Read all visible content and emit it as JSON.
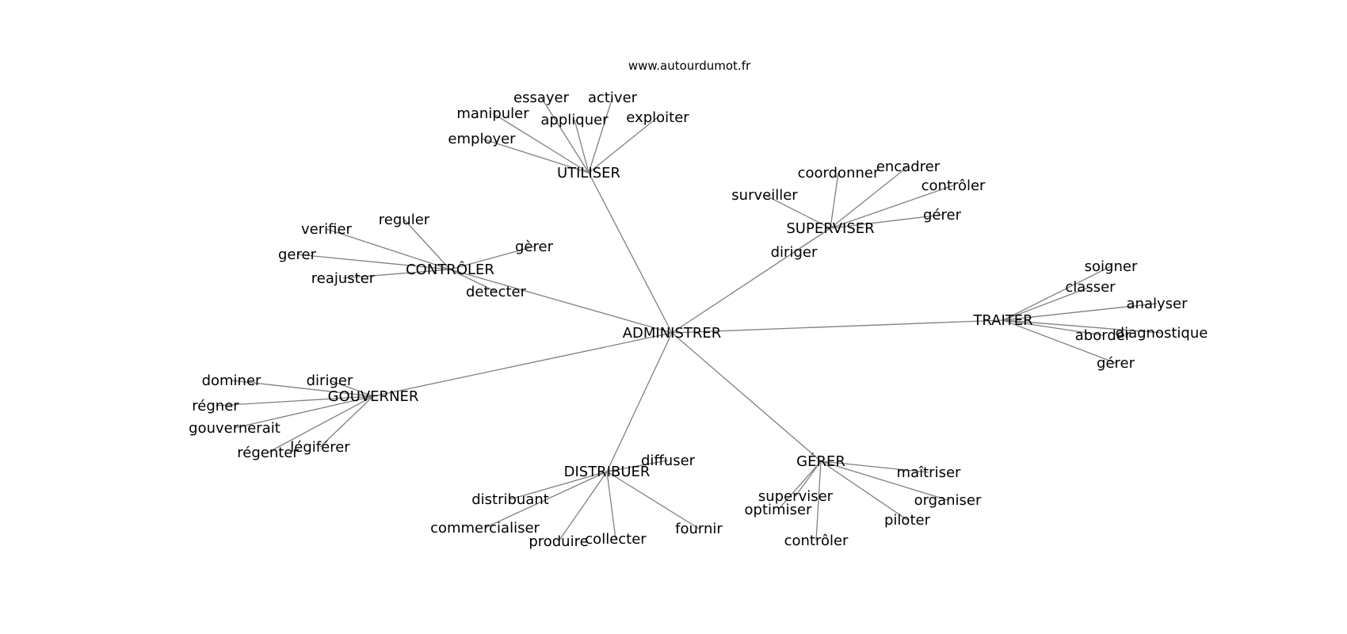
{
  "watermark": "www.autourdumot.fr",
  "graph": {
    "root": "ADMINISTRER",
    "edge_color": "#808080",
    "text_color": "#000000",
    "groups": [
      {
        "id": "utiliser",
        "hub": "UTILISER",
        "words": [
          "employer",
          "manipuler",
          "essayer",
          "appliquer",
          "activer",
          "exploiter"
        ]
      },
      {
        "id": "superviser",
        "hub": "SUPERVISER",
        "words": [
          "surveiller",
          "coordonner",
          "encadrer",
          "contrôler",
          "gérer",
          "diriger"
        ]
      },
      {
        "id": "controler",
        "hub": "CONTRÔLER",
        "words": [
          "verifier",
          "reguler",
          "gerer",
          "gèrer",
          "reajuster",
          "detecter"
        ]
      },
      {
        "id": "traiter",
        "hub": "TRAITER",
        "words": [
          "soigner",
          "classer",
          "analyser",
          "aborder",
          "diagnostique",
          "gérer"
        ]
      },
      {
        "id": "gouverner",
        "hub": "GOUVERNER",
        "words": [
          "dominer",
          "diriger",
          "régner",
          "gouvernerait",
          "régenter",
          "légiférer"
        ]
      },
      {
        "id": "distribuer",
        "hub": "DISTRIBUER",
        "words": [
          "diffuser",
          "distribuant",
          "commercialiser",
          "produire",
          "collecter",
          "fournir"
        ]
      },
      {
        "id": "gerer",
        "hub": "GÉRER",
        "words": [
          "superviser",
          "optimiser",
          "contrôler",
          "maîtriser",
          "organiser",
          "piloter"
        ]
      }
    ]
  }
}
